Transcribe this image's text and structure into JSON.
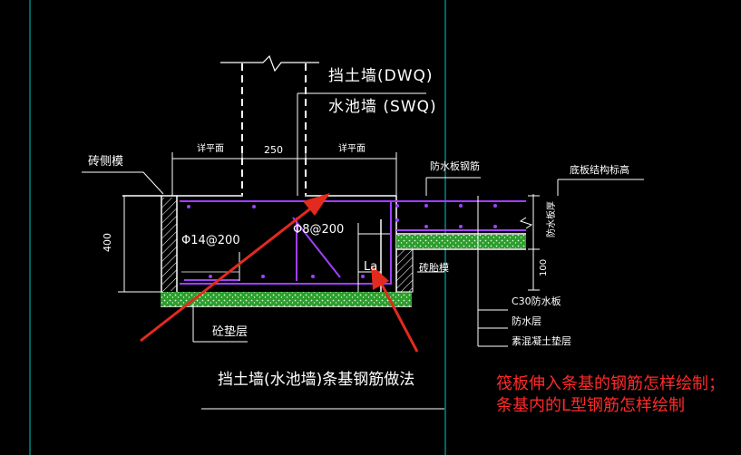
{
  "labels": {
    "dwq": "挡土墙(DWQ)",
    "swq": "水池墙 (SWQ)",
    "brick_side_form": "砖侧模",
    "cut_plane_left": "详平面",
    "dim_250": "250",
    "cut_plane_right": "详平面",
    "waterproof_board_rebar": "防水板钢筋",
    "slab_bottom_elev": "底板结构标高",
    "slab_thickness": "防水板厚",
    "dim_400": "400",
    "dim_100": "100",
    "rebar_main": "Φ14@200",
    "rebar_stirrup": "Φ8@200",
    "anchor_la": "La",
    "brick_tire_form": "砖胎模",
    "c30_board": "C30防水板",
    "waterproof_layer": "防水层",
    "plain_concrete_pad": "素混凝土垫层",
    "concrete_pad": "砼垫层",
    "title": "挡土墙(水池墙)条基钢筋做法"
  },
  "annotation": {
    "question": "筏板伸入条基的钢筋怎样绘制；条基内的L型钢筋怎样绘制"
  },
  "colors": {
    "background": "#000000",
    "line": "#ffffff",
    "rebar": "#a040ff",
    "cyan": "#00c8c8",
    "green_fill": "#2fae2f",
    "arrow": "#e32a1e",
    "note": "#ff2a2a"
  }
}
